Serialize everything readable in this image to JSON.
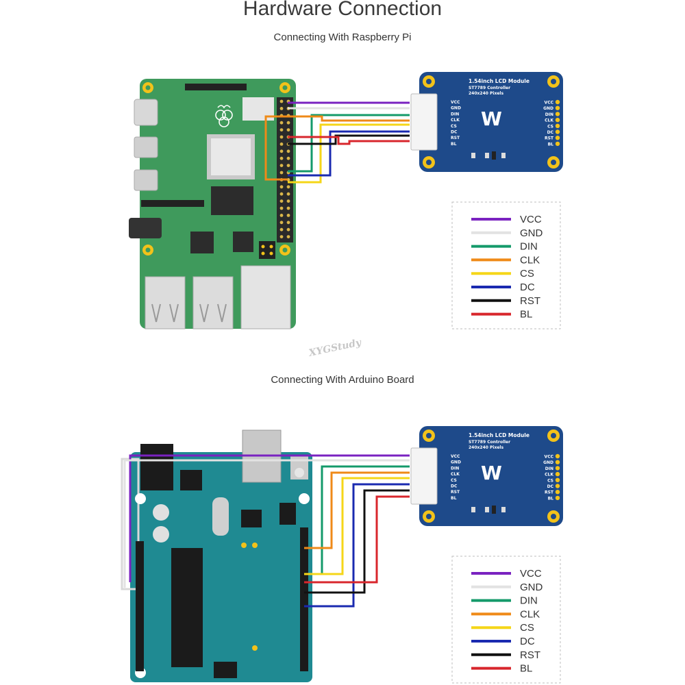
{
  "title": "Hardware Connection",
  "sections": [
    {
      "subtitle": "Connecting With Raspberry Pi"
    },
    {
      "subtitle": "Connecting With Arduino Board"
    }
  ],
  "module": {
    "name": "1.54inch LCD Module",
    "controller": "ST7789 Controller",
    "resolution": "240x240 Pixels",
    "logo": "W",
    "pins": [
      "VCC",
      "GND",
      "DIN",
      "CLK",
      "CS",
      "DC",
      "RST",
      "BL"
    ]
  },
  "legend": [
    {
      "label": "VCC",
      "color": "#7a22c0"
    },
    {
      "label": "GND",
      "color": "#e2e2e2"
    },
    {
      "label": "DIN",
      "color": "#149a6a"
    },
    {
      "label": "CLK",
      "color": "#ef8a18"
    },
    {
      "label": "CS",
      "color": "#f5d618"
    },
    {
      "label": "DC",
      "color": "#1a2ab0"
    },
    {
      "label": "RST",
      "color": "#111111"
    },
    {
      "label": "BL",
      "color": "#d8262c"
    }
  ],
  "watermark": "XYGStudy",
  "colors": {
    "pi_board": "#3f9a5c",
    "arduino_board": "#1f8a92",
    "lcd_board": "#1e4a8a",
    "mount_hole": "#f2c21a"
  }
}
